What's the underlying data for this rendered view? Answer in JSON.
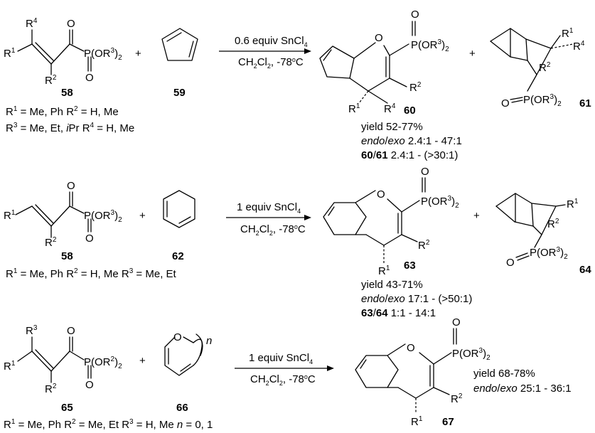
{
  "rows": [
    {
      "reactant": "58",
      "diene": "59",
      "conditions_top": "0.6 equiv SnCl4",
      "conditions_bottom": "CH2Cl2, -78oC",
      "product_main": "60",
      "product_side": "61",
      "substituents": [
        "R1 = Me, Ph   R2 = H, Me",
        "R3 = Me, Et, iPr  R4 = H, Me"
      ],
      "yield": "yield 52-77%",
      "selectivity": "endo/exo 2.4:1 - 47:1",
      "ratio": "60/61 2.4:1 - (>30:1)"
    },
    {
      "reactant": "58",
      "diene": "62",
      "conditions_top": "1 equiv SnCl4",
      "conditions_bottom": "CH2Cl2, -78oC",
      "product_main": "63",
      "product_side": "64",
      "substituents": [
        "R1 = Me, Ph   R2 = H, Me  R3 = Me, Et"
      ],
      "yield": "yield 43-71%",
      "selectivity": "endo/exo 17:1 - (>50:1)",
      "ratio": "63/64 1:1 - 14:1"
    },
    {
      "reactant": "65",
      "diene": "66",
      "conditions_top": "1 equiv SnCl4",
      "conditions_bottom": "CH2Cl2, -78oC",
      "product_main": "67",
      "substituents": [
        "R1 = Me, Ph   R2 = Me, Et  R3 = H, Me n = 0, 1"
      ],
      "yield": "yield 68-78%",
      "selectivity": "endo/exo 25:1 - 36:1"
    }
  ],
  "labels": {
    "plus": "+",
    "P": "P",
    "O": "O",
    "OR3_2": "(OR3)2",
    "OR2_2": "(OR2)2",
    "R1": "R1",
    "R2": "R2",
    "R3": "R3",
    "R4": "R4",
    "n": "n"
  }
}
